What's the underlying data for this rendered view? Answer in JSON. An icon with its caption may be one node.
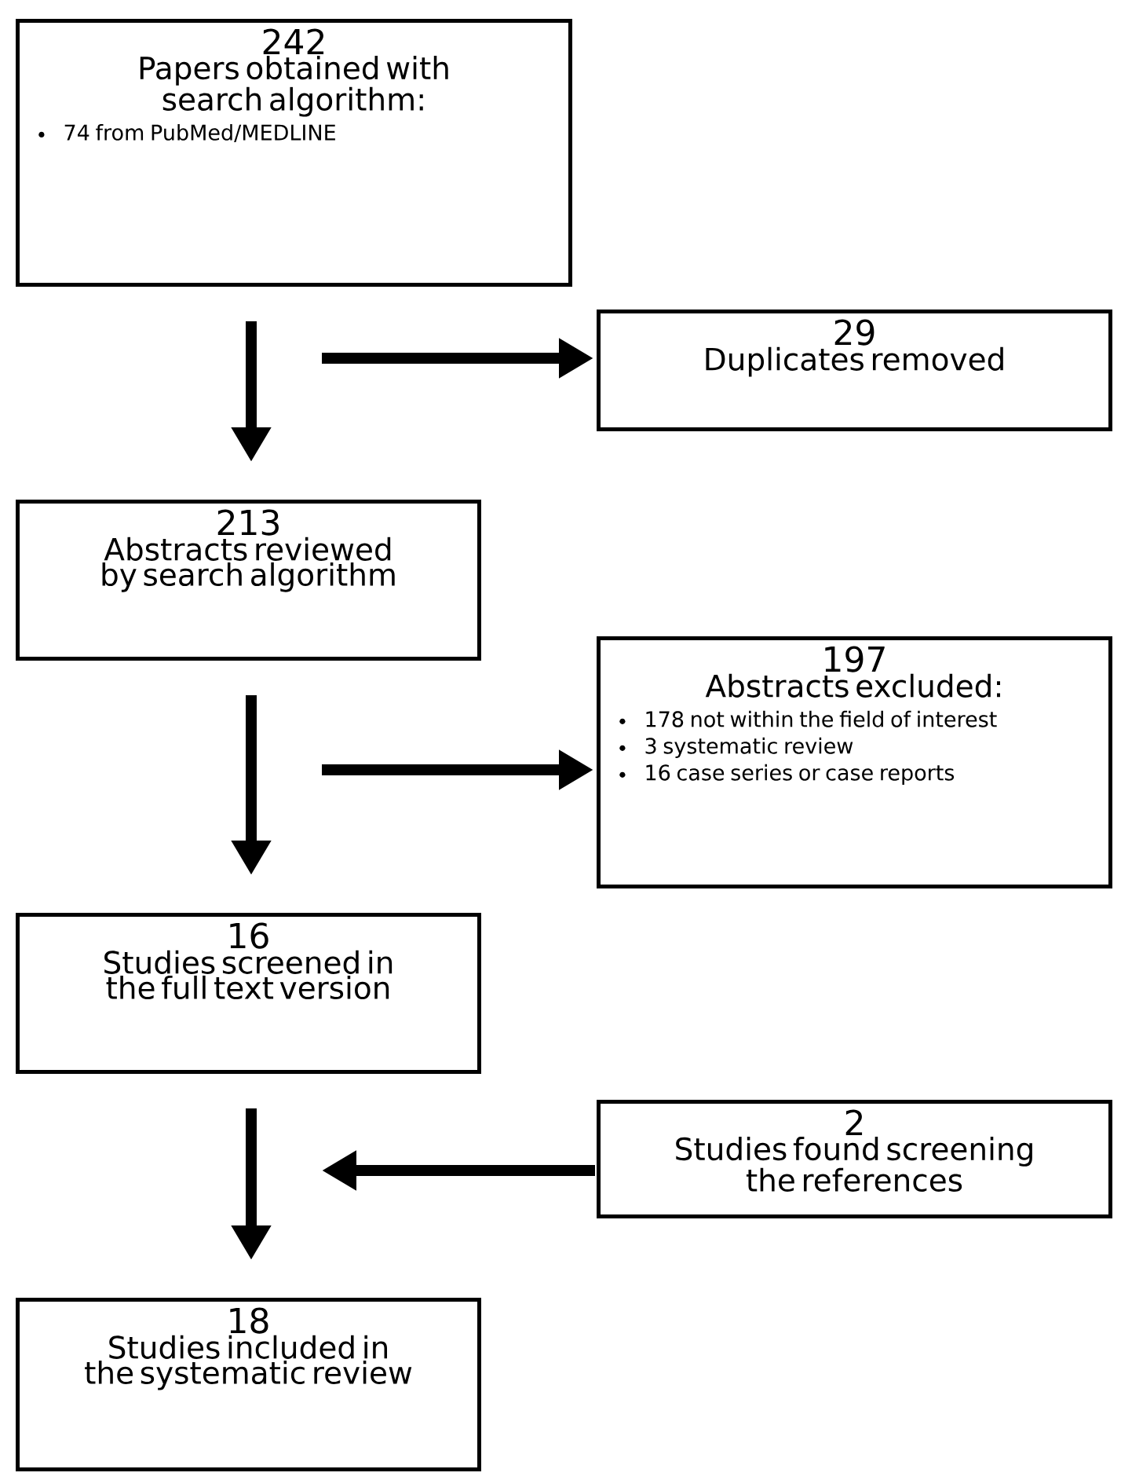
{
  "diagram": {
    "nodes": [
      {
        "text": [
          "242",
          "Papers obtained with search algorithm:",
          "74 from PubMed/MEDLINE"
        ]
      },
      {
        "text": [
          "29",
          "Duplicates removed"
        ]
      },
      {
        "text": [
          "213",
          "Abstracts reviewed by search algorithm"
        ]
      },
      {
        "text": [
          "197",
          "Abstracts excluded:",
          "178 not within the field of interest",
          "3 systematic review",
          "16 case series or case reports"
        ]
      },
      {
        "text": [
          "16",
          "Studies screened in the full text version"
        ]
      },
      {
        "text": [
          "2",
          "Studies found screening the references"
        ]
      },
      {
        "text": [
          "18",
          "Studies included in the systematic review"
        ]
      }
    ],
    "edges": [
      {
        "from": 0,
        "to": 2,
        "arrow": "to"
      },
      {
        "from": null,
        "to": 1,
        "arrow": "to"
      },
      {
        "from": 2,
        "to": 4,
        "arrow": "to"
      },
      {
        "from": null,
        "to": 3,
        "arrow": "to"
      },
      {
        "from": 5,
        "to": null,
        "arrow": "to"
      },
      {
        "from": 4,
        "to": 6,
        "arrow": "to"
      }
    ]
  }
}
